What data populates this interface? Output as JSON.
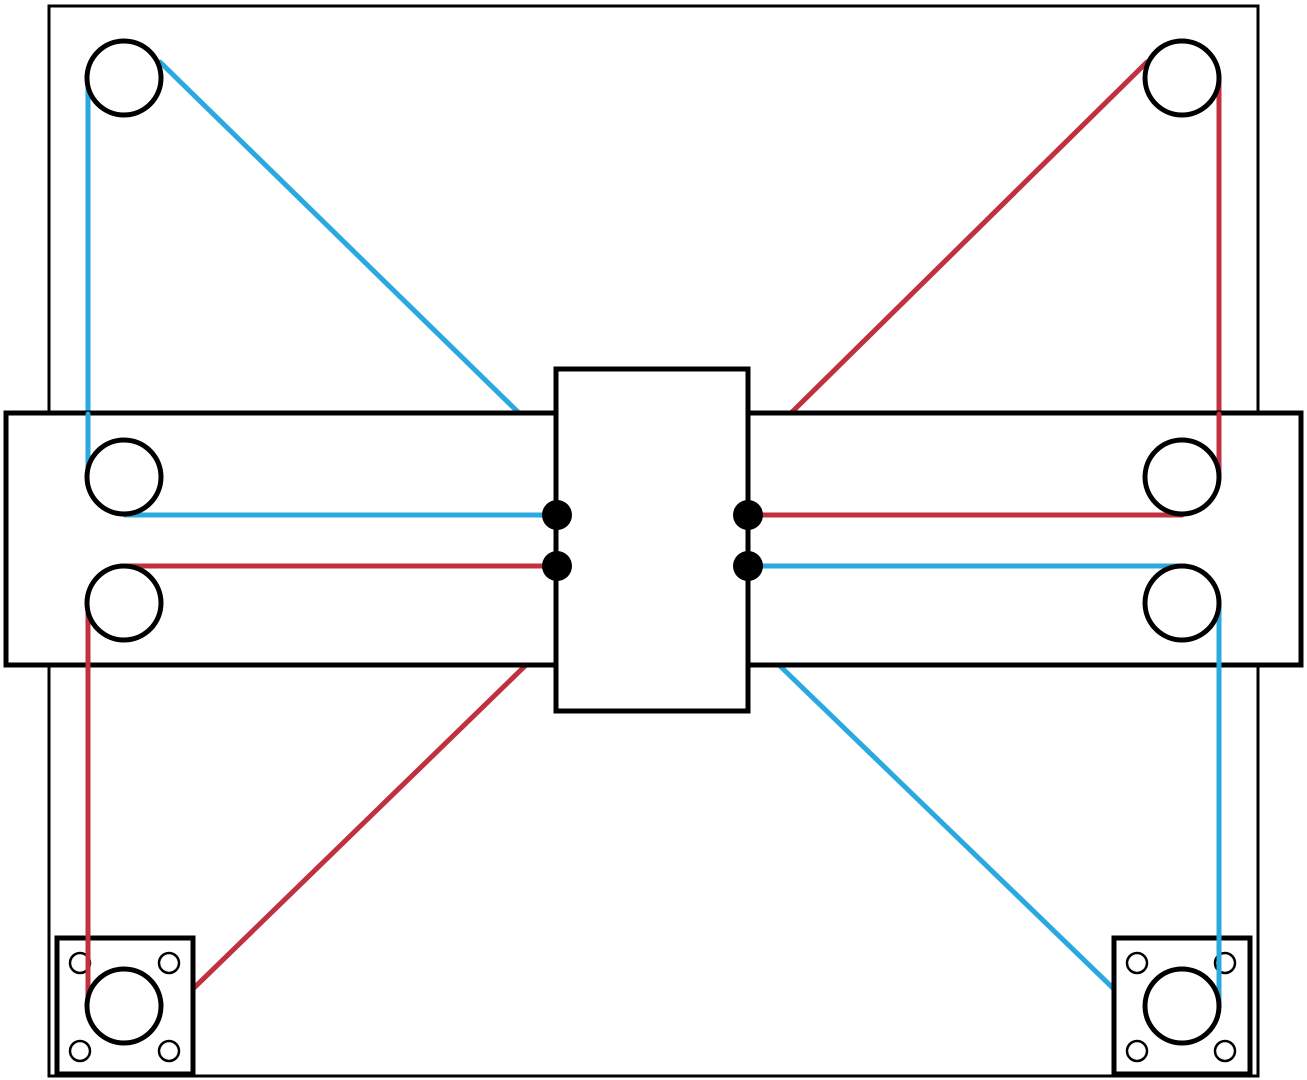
{
  "diagram": {
    "type": "corexy-belt-routing",
    "belt_colors": {
      "belt_a": "#e0a3ad",
      "belt_b": "#2aa8e0"
    },
    "outline_color": "#000000",
    "components": {
      "frame": "frame",
      "rail": "x-gantry-rail",
      "carriage": "carriage",
      "pulleys": [
        "pulley-top-left",
        "pulley-top-right",
        "pulley-rail-left-upper",
        "pulley-rail-left-lower",
        "pulley-rail-right-upper",
        "pulley-rail-right-lower",
        "pulley-motor-bottom-left",
        "pulley-motor-bottom-right"
      ],
      "motor_mounts": [
        "motor-mount-bottom-left",
        "motor-mount-bottom-right"
      ],
      "belt_anchors": [
        "belt-anchor-left-upper",
        "belt-anchor-left-lower",
        "belt-anchor-right-upper",
        "belt-anchor-right-lower"
      ]
    }
  }
}
